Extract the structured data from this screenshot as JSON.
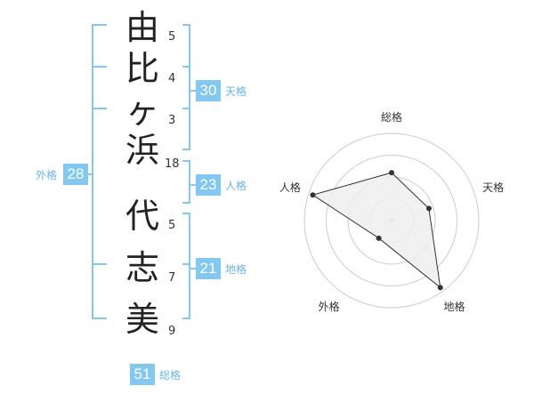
{
  "name": {
    "chars": [
      {
        "char": "由",
        "strokes": "5"
      },
      {
        "char": "比",
        "strokes": "4"
      },
      {
        "char": "ヶ",
        "strokes": "3"
      },
      {
        "char": "浜",
        "strokes": "18"
      },
      {
        "char": "代",
        "strokes": "5"
      },
      {
        "char": "志",
        "strokes": "7"
      },
      {
        "char": "美",
        "strokes": "9"
      }
    ]
  },
  "fortunes": {
    "tenkaku": {
      "value": "30",
      "label": "天格"
    },
    "jinkaku": {
      "value": "23",
      "label": "人格"
    },
    "chikaku": {
      "value": "21",
      "label": "地格"
    },
    "gaikaku": {
      "value": "28",
      "label": "外格"
    },
    "soukaku": {
      "value": "51",
      "label": "総格"
    }
  },
  "radar": {
    "axes": [
      "総格",
      "天格",
      "地格",
      "外格",
      "人格"
    ],
    "levels": 4,
    "values": [
      0.55,
      0.45,
      0.95,
      0.25,
      0.95
    ],
    "colors": {
      "fill": "#efefef",
      "stroke": "#333333",
      "grid": "#cccccc",
      "point": "#333333"
    }
  },
  "colors": {
    "accent": "#82c8f1",
    "label": "#6ab4e6"
  }
}
